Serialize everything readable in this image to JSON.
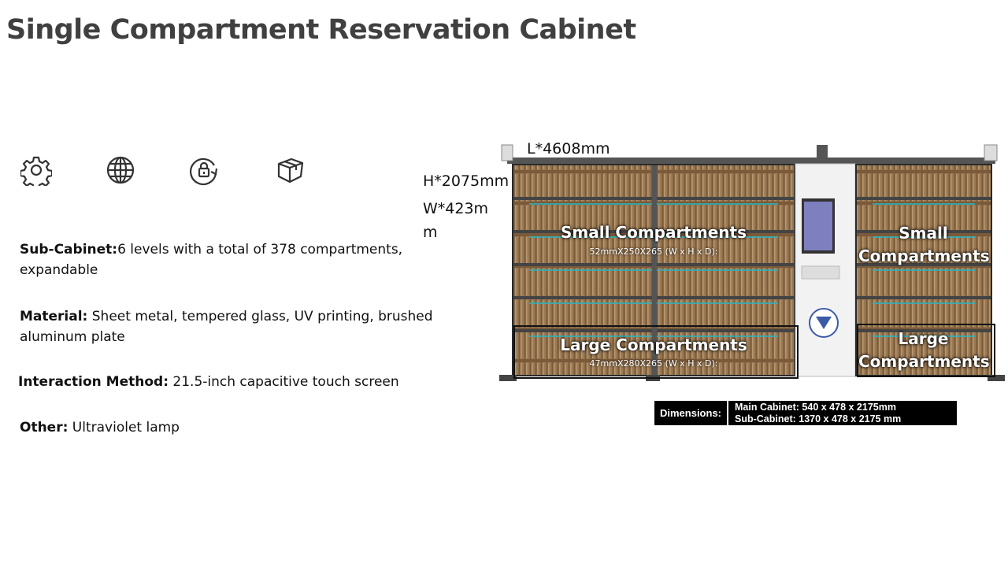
{
  "title": "Single Compartment Reservation Cabinet",
  "icons": [
    "gear-icon",
    "globe-icon",
    "lock-rotate-icon",
    "box-icon"
  ],
  "specs": [
    {
      "label": "Sub-Cabinet:",
      "text": "6  levels with a total of 378 compartments, expandable"
    },
    {
      "label": "Material:",
      "text": " Sheet metal, tempered glass, UV printing, brushed aluminum plate"
    },
    {
      "label": "Interaction Method:",
      "text": " 21.5-inch capacitive touch screen"
    },
    {
      "label": "Other:",
      "text": " Ultraviolet  lamp"
    }
  ],
  "dimensions_labels": {
    "length": "L*4608mm",
    "height": "H*2075mm",
    "width_line1": "W*423m",
    "width_line2": "m"
  },
  "overlays": {
    "small_main": "Small Compartments",
    "small_main_size": "52mmX250X265  (W x H x D):",
    "small_side_1": "Small",
    "small_side_2": "Compartments",
    "large_main": "Large Compartments",
    "large_main_size": "47mmX280X265  (W x H x D):",
    "large_side_1": "Large",
    "large_side_2": "Compartments"
  },
  "dimension_table": {
    "label": "Dimensions:",
    "main": "Main Cabinet: 540 x 478 x 2175mm",
    "sub": "Sub-Cabinet: 1370 x 478 x 2175 mm"
  },
  "colors": {
    "title": "#404040",
    "compartment": "#8a6a45",
    "frame": "#3a3a3a",
    "stripe": "#2bb3c0"
  }
}
